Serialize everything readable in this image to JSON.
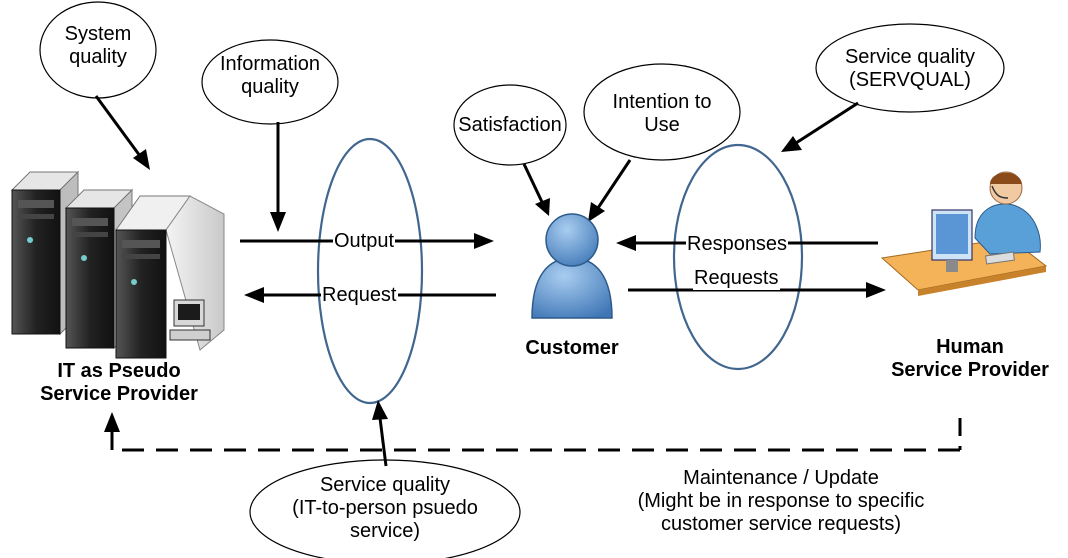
{
  "bubbles": {
    "system_quality": [
      "System",
      "quality"
    ],
    "information_quality": [
      "Information",
      "quality"
    ],
    "satisfaction": "Satisfaction",
    "intention_to_use": [
      "Intention to",
      "Use"
    ],
    "servqual": [
      "Service quality",
      "(SERVQUAL)"
    ],
    "it_service_quality": [
      "Service quality",
      "(IT-to-person psuedo",
      "service)"
    ]
  },
  "flows": {
    "output": "Output",
    "request": "Request",
    "responses": "Responses",
    "requests": "Requests"
  },
  "actors": {
    "it_provider": [
      "IT as Pseudo",
      "Service Provider"
    ],
    "customer": "Customer",
    "human_provider": [
      "Human",
      "Service Provider"
    ]
  },
  "maintenance": [
    "Maintenance / Update",
    "(Might be in response to specific",
    "customer service requests)"
  ]
}
